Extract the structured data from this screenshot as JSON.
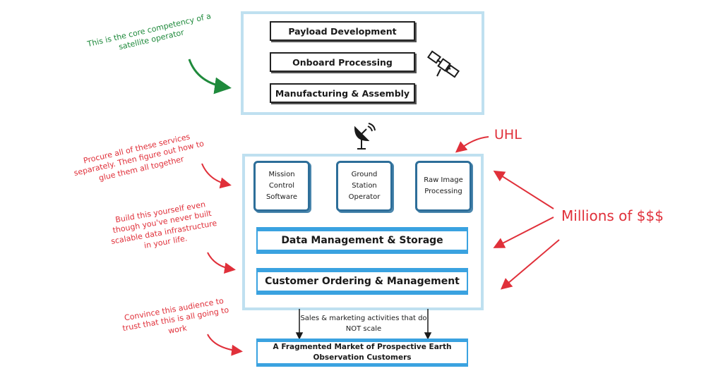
{
  "stack": {
    "payload": "Payload Development",
    "onboard": "Onboard Processing",
    "manufacturing": "Manufacturing & Assembly"
  },
  "services": {
    "mission": "Mission Control Software",
    "ground": "Ground Station Operator",
    "raw": "Raw Image Processing"
  },
  "data_management": "Data Management & Storage",
  "customer_ordering": "Customer Ordering & Management",
  "sales_note": "Sales & marketing activities that do NOT scale",
  "market": "A Fragmented Market of Prospective Earth Observation Customers",
  "notes": {
    "core": "This is the core competency of a satellite operator",
    "procure": "Procure all of these services separately. Then figure out how to glue them all together",
    "build": "Build this yourself even though you've never built scalable data infrastructure in your life.",
    "convince": "Convince this audience to trust that this is all going to work"
  },
  "uhl_label": "UHL",
  "millions_label": "Millions of $$$",
  "colors": {
    "frame": "#bfe0f0",
    "accent_blue": "#3aa2e0",
    "service_border": "#2d6e99",
    "green": "#1f8a3c",
    "red": "#e0303a"
  },
  "icons": [
    "satellite-icon",
    "satellite-dish-icon"
  ]
}
